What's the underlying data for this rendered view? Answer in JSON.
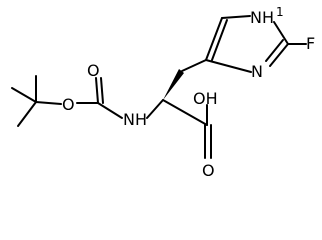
{
  "molecule": {
    "labels": {
      "nh_ring": "NH",
      "h_ring": "1",
      "f": "F",
      "n_ring": "N",
      "o_ester": "O",
      "o_carbonyl": "O",
      "nh_amide": "NH",
      "oh": "OH",
      "o_acid": "O"
    }
  }
}
